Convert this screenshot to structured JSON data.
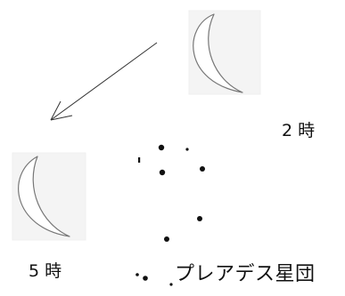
{
  "labels": {
    "time_2": "2 時",
    "time_5": "5 時",
    "pleiades": "プレアデス星団"
  },
  "colors": {
    "moon_stroke": "#777777",
    "moon_fill": "#ffffff",
    "arrow": "#333333",
    "star": "#111111",
    "text": "#111111"
  }
}
